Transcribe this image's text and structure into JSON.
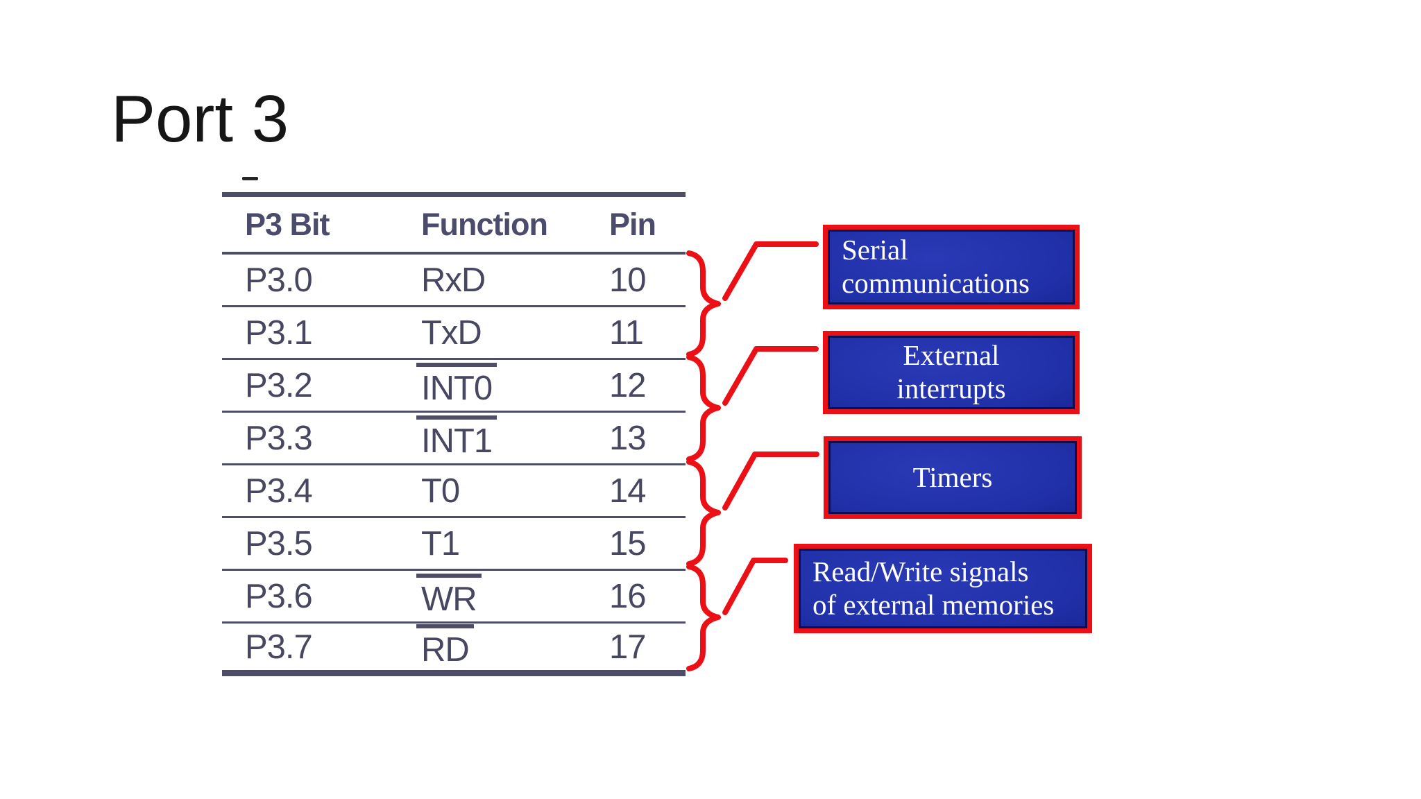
{
  "slide": {
    "title": "Port 3"
  },
  "table": {
    "headers": [
      "P3 Bit",
      "Function",
      "Pin"
    ],
    "rows": [
      {
        "bit": "P3.0",
        "function": "RxD",
        "pin": "10",
        "overline": false
      },
      {
        "bit": "P3.1",
        "function": "TxD",
        "pin": "11",
        "overline": false
      },
      {
        "bit": "P3.2",
        "function": "INT0",
        "pin": "12",
        "overline": true
      },
      {
        "bit": "P3.3",
        "function": "INT1",
        "pin": "13",
        "overline": true
      },
      {
        "bit": "P3.4",
        "function": "T0",
        "pin": "14",
        "overline": false
      },
      {
        "bit": "P3.5",
        "function": "T1",
        "pin": "15",
        "overline": false
      },
      {
        "bit": "P3.6",
        "function": "WR",
        "pin": "16",
        "overline": true
      },
      {
        "bit": "P3.7",
        "function": "RD",
        "pin": "17",
        "overline": true
      }
    ]
  },
  "callouts": [
    {
      "lines": [
        "Serial",
        "communications"
      ],
      "align": "left",
      "rows": "P3.0–P3.1"
    },
    {
      "lines": [
        "External",
        "interrupts"
      ],
      "align": "center",
      "rows": "P3.2–P3.3"
    },
    {
      "lines": [
        "Timers"
      ],
      "align": "center",
      "rows": "P3.4–P3.5"
    },
    {
      "lines": [
        "Read/Write signals",
        "of external memories"
      ],
      "align": "left",
      "rows": "P3.6–P3.7"
    }
  ],
  "colors": {
    "accent_red": "#ea1016",
    "box_blue": "#2030a8",
    "table_ink": "#474761",
    "title_ink": "#161616"
  }
}
